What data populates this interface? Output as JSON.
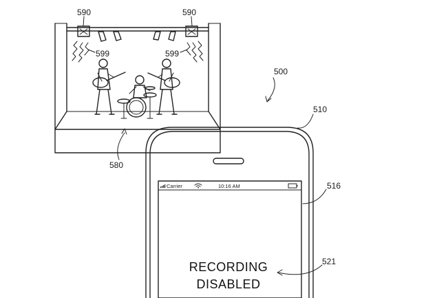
{
  "labels": {
    "ref_590_left": "590",
    "ref_590_right": "590",
    "ref_599_left": "599",
    "ref_599_right": "599",
    "ref_500": "500",
    "ref_510": "510",
    "ref_516": "516",
    "ref_580": "580",
    "ref_521": "521"
  },
  "phone": {
    "carrier": "Carrier",
    "time": "10:16 AM",
    "message_line1": "RECORDING",
    "message_line2": "DISABLED"
  },
  "icons": [
    "spotlight-icon",
    "light-beam-icon",
    "guitarist-icon",
    "drummer-icon",
    "wifi-icon",
    "signal-bars-icon",
    "battery-icon",
    "speaker-slot-icon",
    "leader-arrow-icon"
  ]
}
